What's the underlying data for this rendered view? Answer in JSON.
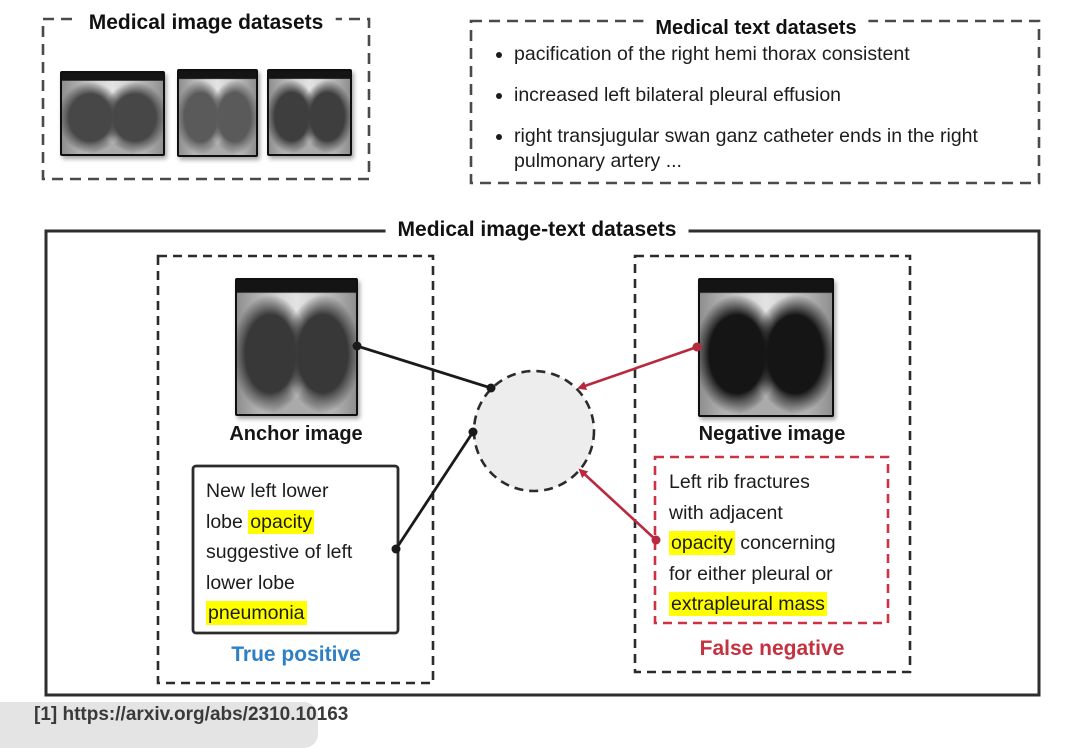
{
  "image_datasets_box": {
    "title": "Medical image datasets",
    "images": [
      "chest-xray-1",
      "chest-xray-2",
      "chest-xray-3"
    ]
  },
  "text_datasets_box": {
    "title": "Medical text datasets",
    "bullets": [
      "pacification of the right hemi thorax consistent",
      "increased left bilateral pleural effusion",
      "right transjugular swan ganz catheter ends in the right pulmonary artery ..."
    ]
  },
  "image_text_box": {
    "title": "Medical image-text datasets",
    "anchor": {
      "image_label": "Anchor image",
      "caption_lines": [
        [
          {
            "t": "New left lower"
          }
        ],
        [
          {
            "t": "lobe "
          },
          {
            "t": "opacity",
            "h": true
          }
        ],
        [
          {
            "t": "suggestive of left"
          }
        ],
        [
          {
            "t": "lower lobe"
          }
        ],
        [
          {
            "t": "pneumonia",
            "h": true
          }
        ]
      ],
      "verdict": "True positive"
    },
    "negative": {
      "image_label": "Negative image",
      "caption_lines": [
        [
          {
            "t": "Left rib fractures"
          }
        ],
        [
          {
            "t": "with adjacent"
          }
        ],
        [
          {
            "t": "opacity",
            "h": true
          },
          {
            "t": " concerning"
          }
        ],
        [
          {
            "t": "for either pleural or"
          }
        ],
        [
          {
            "t": "extrapleural mass",
            "h": true
          }
        ]
      ],
      "verdict": "False negative"
    }
  },
  "citation": "[1] https://arxiv.org/abs/2310.10163",
  "colors": {
    "true_positive_blue": "#2e7fc3",
    "false_negative_red": "#c5323f",
    "highlight_yellow": "#ffff00",
    "red_link": "#b8293d",
    "black_link": "#1a1a1a",
    "box_stroke": "#2b2b2b",
    "embedding_circle_fill": "#ededed"
  }
}
